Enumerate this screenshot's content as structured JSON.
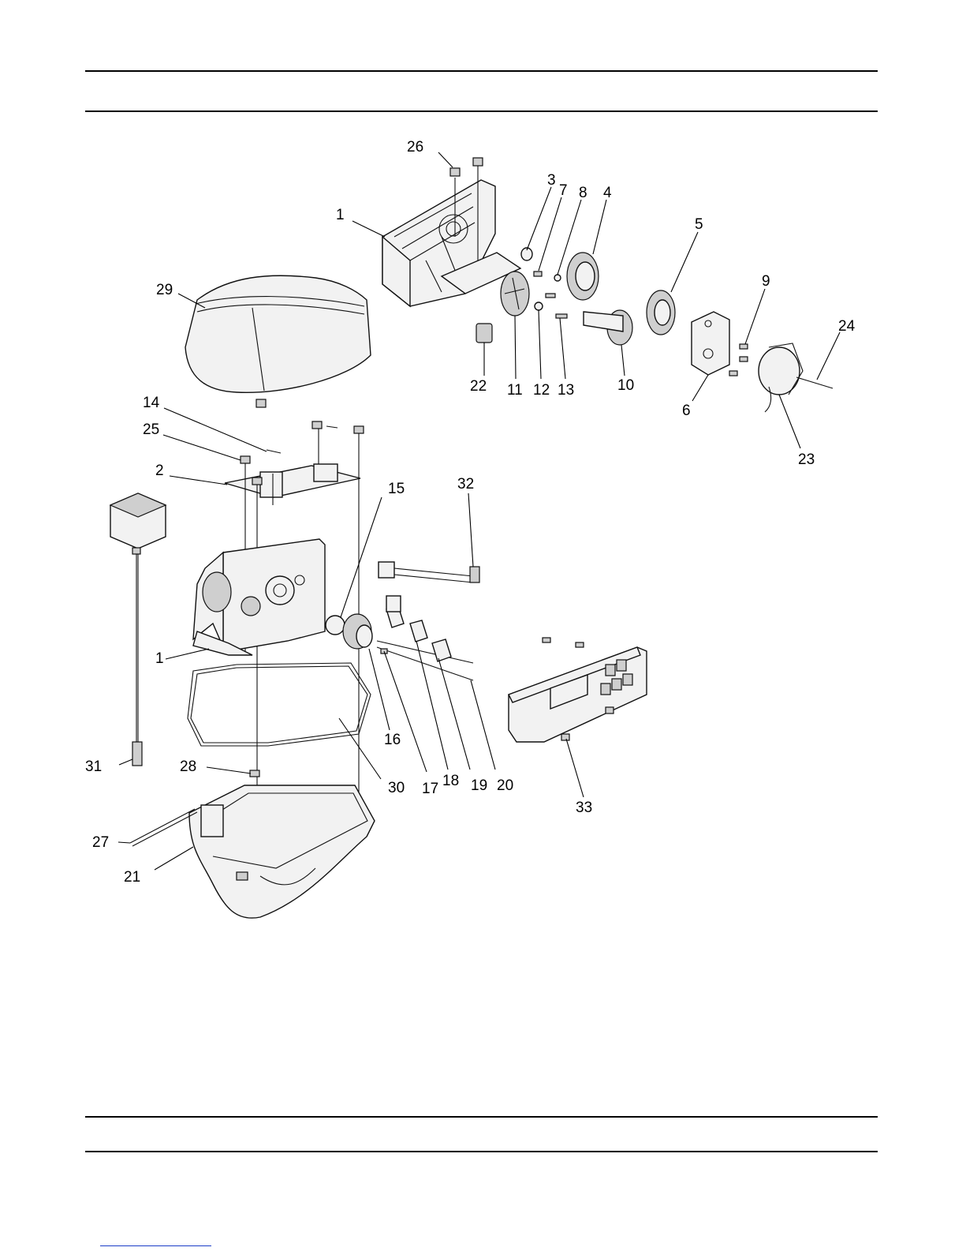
{
  "callouts": [
    {
      "id": "26",
      "text": "26"
    },
    {
      "id": "1a",
      "text": "1"
    },
    {
      "id": "3",
      "text": "3"
    },
    {
      "id": "7",
      "text": "7"
    },
    {
      "id": "8",
      "text": "8"
    },
    {
      "id": "4",
      "text": "4"
    },
    {
      "id": "5",
      "text": "5"
    },
    {
      "id": "29",
      "text": "29"
    },
    {
      "id": "9",
      "text": "9"
    },
    {
      "id": "24",
      "text": "24"
    },
    {
      "id": "22",
      "text": "22"
    },
    {
      "id": "11",
      "text": "11"
    },
    {
      "id": "12",
      "text": "12"
    },
    {
      "id": "13",
      "text": "13"
    },
    {
      "id": "10",
      "text": "10"
    },
    {
      "id": "6",
      "text": "6"
    },
    {
      "id": "14",
      "text": "14"
    },
    {
      "id": "25",
      "text": "25"
    },
    {
      "id": "23",
      "text": "23"
    },
    {
      "id": "2",
      "text": "2"
    },
    {
      "id": "15",
      "text": "15"
    },
    {
      "id": "32",
      "text": "32"
    },
    {
      "id": "1b",
      "text": "1"
    },
    {
      "id": "16",
      "text": "16"
    },
    {
      "id": "31",
      "text": "31"
    },
    {
      "id": "28",
      "text": "28"
    },
    {
      "id": "30",
      "text": "30"
    },
    {
      "id": "17",
      "text": "17"
    },
    {
      "id": "18",
      "text": "18"
    },
    {
      "id": "19",
      "text": "19"
    },
    {
      "id": "20",
      "text": "20"
    },
    {
      "id": "33",
      "text": "33"
    },
    {
      "id": "27",
      "text": "27"
    },
    {
      "id": "21",
      "text": "21"
    }
  ]
}
